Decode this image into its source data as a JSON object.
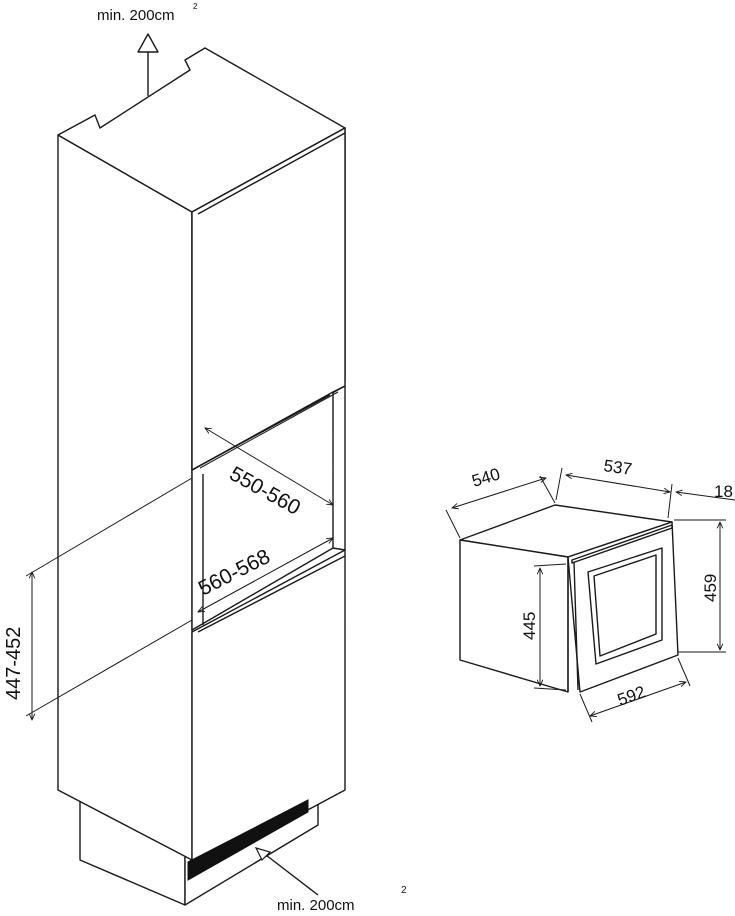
{
  "cabinet": {
    "vent_top": "min. 200cm",
    "vent_top_sup": "2",
    "vent_bottom": "min. 200cm",
    "vent_bottom_sup": "2",
    "niche_depth": "550-560",
    "niche_width": "560-568",
    "niche_height": "447-452"
  },
  "appliance": {
    "depth": "540",
    "body_width": "537",
    "door_thickness": "18",
    "body_height": "445",
    "front_height": "459",
    "front_width": "592"
  }
}
